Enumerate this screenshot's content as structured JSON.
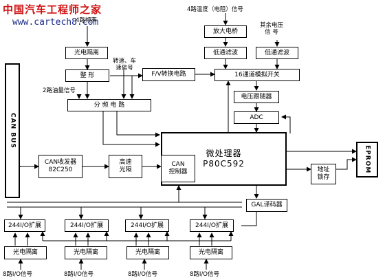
{
  "watermark": {
    "title": "中国汽车工程师之家",
    "url": "www.cartech8.com"
  },
  "inputs": {
    "pulse": "4路频率",
    "temp": "4路温度（电阻）信号",
    "other_voltage": "其余电压\n信  号",
    "speed": "转速、车\n速信号",
    "fuel": "2路油量信号",
    "io_signal": "8路I/O信号"
  },
  "blocks": {
    "opto_top": "光电隔离",
    "shaping": "整  形",
    "fv": "F/V转换电路",
    "bridge": "放大电桥",
    "lpf1": "低通滤波",
    "lpf2": "低通滤波",
    "mux": "16通道模拟开关",
    "follower": "电压跟随器",
    "adc": "ADC",
    "divider": "分  频  电  路",
    "can_bus": "CAN BUS",
    "can_transceiver": "CAN收发器\n82C250",
    "hs_opto": "高速\n光隔",
    "can_ctrl": "CAN\n控制器",
    "mcu": "微处理器\nP80C592",
    "eprom": "EPROM",
    "latch": "地址\n锁存",
    "gal": "GAL译码器",
    "io_expand": "244I/O扩展",
    "opto_bottom": "光电隔离"
  }
}
